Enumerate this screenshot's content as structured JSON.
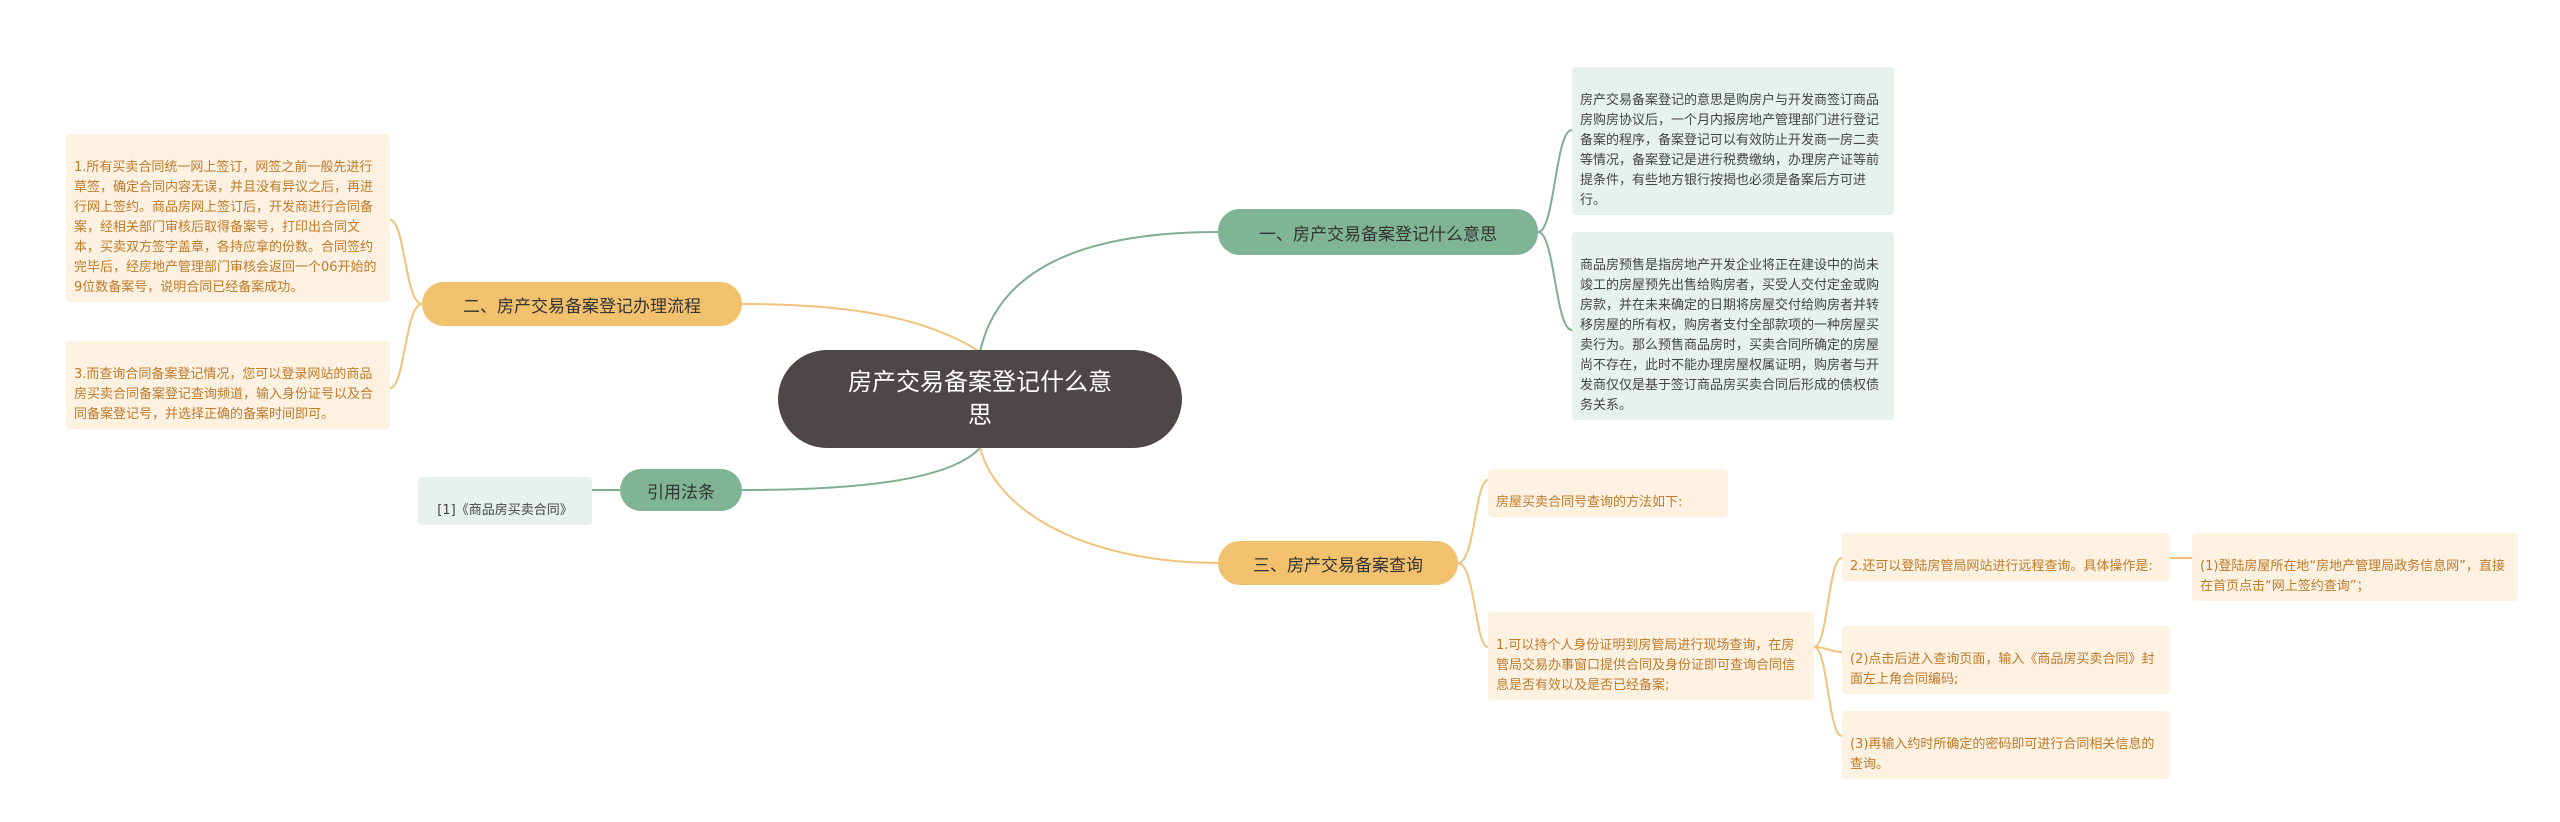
{
  "root": {
    "title": "房产交易备案登记什么意思"
  },
  "branches": {
    "b1": {
      "label": "一、房产交易备案登记什么意思",
      "items": [
        "房产交易备案登记的意思是购房户与开发商签订商品房购房协议后，一个月内报房地产管理部门进行登记备案的程序，备案登记可以有效防止开发商一房二卖等情况，备案登记是进行税费缴纳，办理房产证等前提条件，有些地方银行按揭也必须是备案后方可进行。",
        "商品房预售是指房地产开发企业将正在建设中的尚未竣工的房屋预先出售给购房者，买受人交付定金或购房款，并在未来确定的日期将房屋交付给购房者并转移房屋的所有权，购房者支付全部款项的一种房屋买卖行为。那么预售商品房时，买卖合同所确定的房屋尚不存在，此时不能办理房屋权属证明，购房者与开发商仅仅是基于签订商品房买卖合同后形成的债权债务关系。"
      ]
    },
    "b2": {
      "label": "二、房产交易备案登记办理流程",
      "items": [
        "1.所有买卖合同统一网上签订，网签之前一般先进行草签，确定合同内容无误，并且没有异议之后，再进行网上签约。商品房网上签订后，开发商进行合同备案，经相关部门审核后取得备案号，打印出合同文本，买卖双方签字盖章，各持应拿的份数。合同签约完毕后，经房地产管理部门审核会返回一个06开始的9位数备案号，说明合同已经备案成功。",
        "3.而查询合同备案登记情况，您可以登录网站的商品房买卖合同备案登记查询频道，输入身份证号以及合同备案登记号，并选择正确的备案时间即可。"
      ]
    },
    "b3": {
      "label": "引用法条",
      "items": [
        "[1]《商品房买卖合同》"
      ]
    },
    "b4": {
      "label": "三、房产交易备案查询",
      "intro": "房屋买卖合同号查询的方法如下:",
      "method1": "1.可以持个人身份证明到房管局进行现场查询，在房管局交易办事窗口提供合同及身份证即可查询合同信息是否有效以及是否已经备案;",
      "method2": "2.还可以登陆房管局网站进行远程查询。具体操作是:",
      "steps": [
        "(1)登陆房屋所在地“房地产管理局政务信息网”，直接在首页点击“网上签约查询”；",
        "(2)点击后进入查询页面，输入《商品房买卖合同》封面左上角合同编码;",
        "(3)再输入约时所确定的密码即可进行合同相关信息的查询。"
      ]
    }
  },
  "colors": {
    "root": "#4d4747",
    "green_branch": "#7fb595",
    "orange_branch": "#f2c16e",
    "green_leaf": "#e8f2ec",
    "orange_leaf": "#fdf1e2",
    "orange_text": "#c07a28",
    "green_line": "#7fae90",
    "orange_line": "#f0c27a"
  }
}
